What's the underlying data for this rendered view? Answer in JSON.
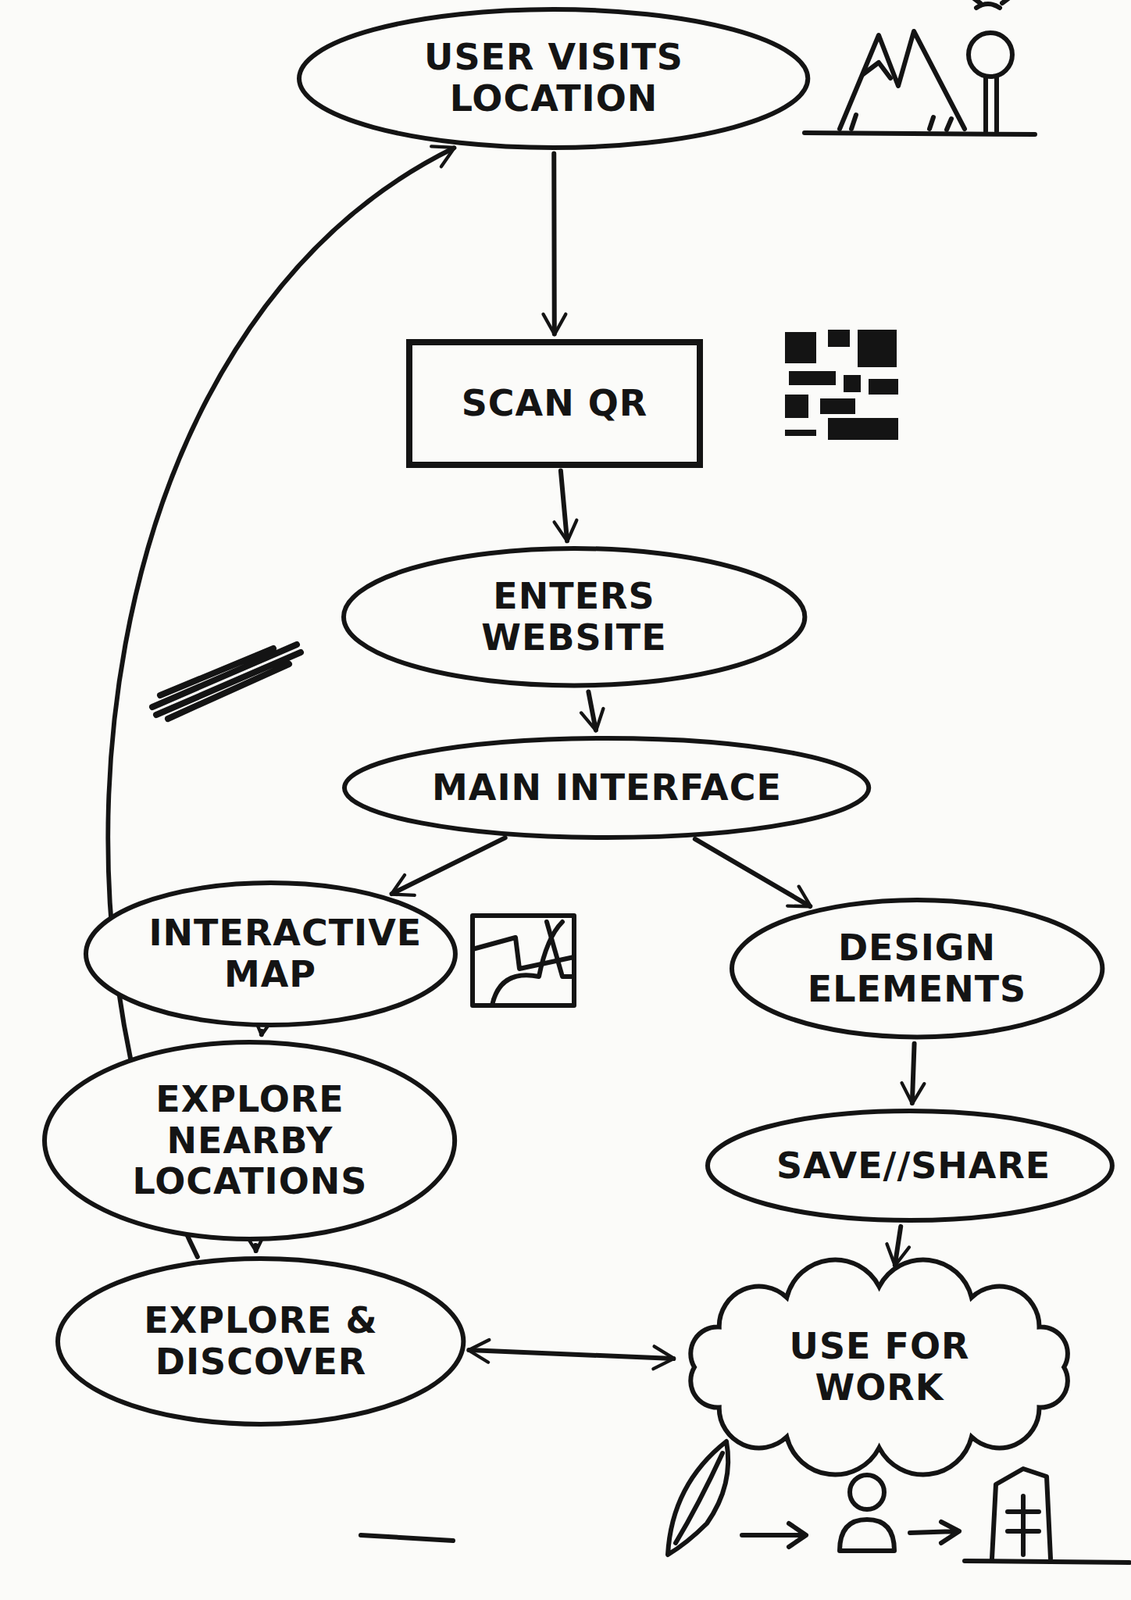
{
  "diagram": {
    "nodes": [
      {
        "text": [
          "USER VISITS LOCATION"
        ]
      },
      {
        "text": [
          "SCAN QR"
        ]
      },
      {
        "text": [
          "ENTERS WEBSITE"
        ]
      },
      {
        "text": [
          "MAIN INTERFACE"
        ]
      },
      {
        "text": [
          "INTERACTIVE MAP"
        ]
      },
      {
        "text": [
          "DESIGN ELEMENTS"
        ]
      },
      {
        "text": [
          "EXPLORE NEARBY LOCATIONS"
        ]
      },
      {
        "text": [
          "SAVE//SHARE"
        ]
      },
      {
        "text": [
          "EXPLORE & DISCOVER"
        ]
      },
      {
        "text": [
          "USE FOR WORK"
        ]
      }
    ],
    "edges": [
      {
        "from": 0,
        "to": 1,
        "arrow": "to"
      },
      {
        "from": 1,
        "to": 2,
        "arrow": "to"
      },
      {
        "from": 2,
        "to": 3,
        "arrow": "to"
      },
      {
        "from": 3,
        "to": 4,
        "arrow": "to"
      },
      {
        "from": 3,
        "to": 5,
        "arrow": "to"
      },
      {
        "from": 4,
        "to": 6,
        "arrow": "to"
      },
      {
        "from": 6,
        "to": 8,
        "arrow": "to"
      },
      {
        "from": 5,
        "to": 7,
        "arrow": "to"
      },
      {
        "from": 7,
        "to": 9,
        "arrow": "to"
      },
      {
        "from": 8,
        "to": 9,
        "arrow": "both"
      },
      {
        "from": 8,
        "to": 0,
        "arrow": "to"
      }
    ]
  }
}
